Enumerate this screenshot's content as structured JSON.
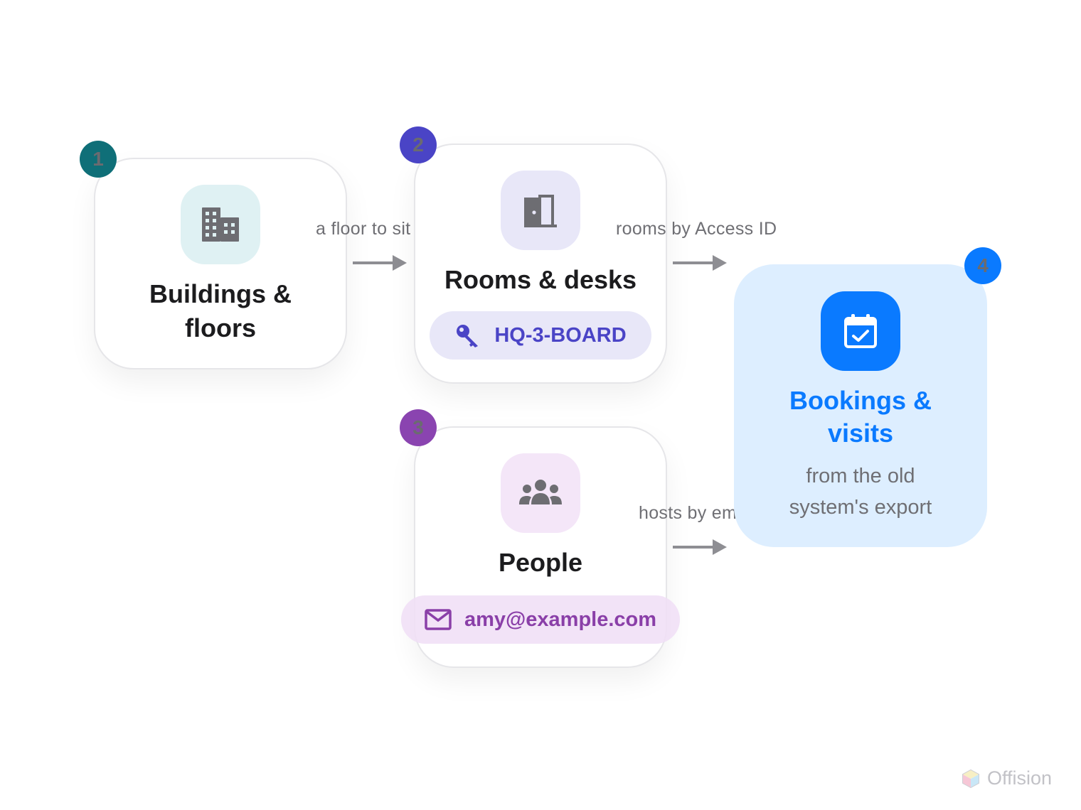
{
  "nodes": {
    "buildings": {
      "badge": "1",
      "title_line1": "Buildings &",
      "title_line2": "floors",
      "icon": "building-icon"
    },
    "rooms": {
      "badge": "2",
      "title": "Rooms & desks",
      "icon": "door-icon",
      "pill_icon": "key-icon",
      "pill_text": "HQ-3-BOARD"
    },
    "people": {
      "badge": "3",
      "title": "People",
      "icon": "people-group-icon",
      "pill_icon": "mail-icon",
      "pill_text": "amy@example.com"
    },
    "bookings": {
      "badge": "4",
      "title_line1": "Bookings &",
      "title_line2": "visits",
      "subtitle_line1": "from the old",
      "subtitle_line2": "system's export",
      "icon": "calendar-check-icon"
    }
  },
  "edges": {
    "buildings_to_rooms": "a floor to sit on",
    "rooms_to_bookings": "rooms by Access ID",
    "people_to_bookings": "hosts by email"
  },
  "brand": {
    "name": "Offision",
    "logo_icon": "offision-logo-icon"
  },
  "colors": {
    "teal_badge": "#0f6f78",
    "indigo_badge": "#4a44c6",
    "purple_badge": "#8a44b0",
    "blue_badge": "#0a7aff",
    "accent_blue": "#0a7aff",
    "bookings_bg": "#ddeeff",
    "pill_indigo_text": "#4a44c6",
    "pill_purple_text": "#8a3fa8"
  }
}
